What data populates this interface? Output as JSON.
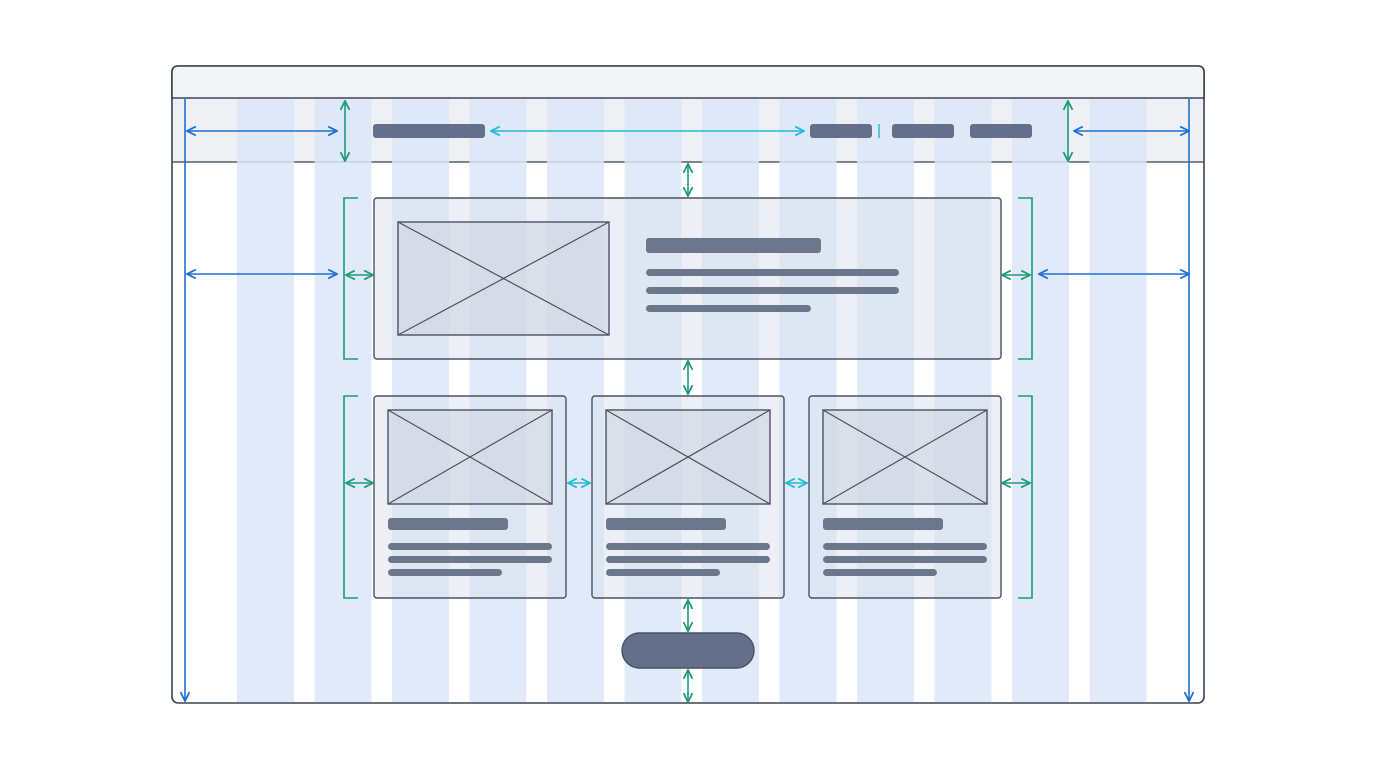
{
  "diagram": {
    "kind": "wireframe-layout-grid",
    "grid_columns": 12,
    "colors": {
      "background": "#ffffff",
      "browser_frame_stroke": "#3a4252",
      "browser_top_bar": "#f3f4f6",
      "header_band": "#eef0f4",
      "grid_column": "#dbe6f7",
      "box_fill": "#dce2ec",
      "box_stroke": "#4a5263",
      "placeholder_fill": "#cfd5df",
      "placeholder_stroke": "#4a5263",
      "text_bar": "#6b778a",
      "button": "#64708a",
      "margin_arrow": "#1f6fd1",
      "spacing_arrow": "#1e9a7a",
      "gap_arrow": "#22b9d6"
    },
    "header": {
      "logo_bar": "logo-placeholder",
      "nav_items": [
        "nav-item-1",
        "nav-item-2",
        "nav-item-3"
      ]
    },
    "hero": {
      "image": "image-placeholder-icon",
      "text_lines": 4
    },
    "cards": [
      {
        "id": "card-1",
        "image": "image-placeholder-icon",
        "text_lines": 4
      },
      {
        "id": "card-2",
        "image": "image-placeholder-icon",
        "text_lines": 4
      },
      {
        "id": "card-3",
        "image": "image-placeholder-icon",
        "text_lines": 4
      }
    ],
    "cta_button": "pill-button-placeholder"
  }
}
